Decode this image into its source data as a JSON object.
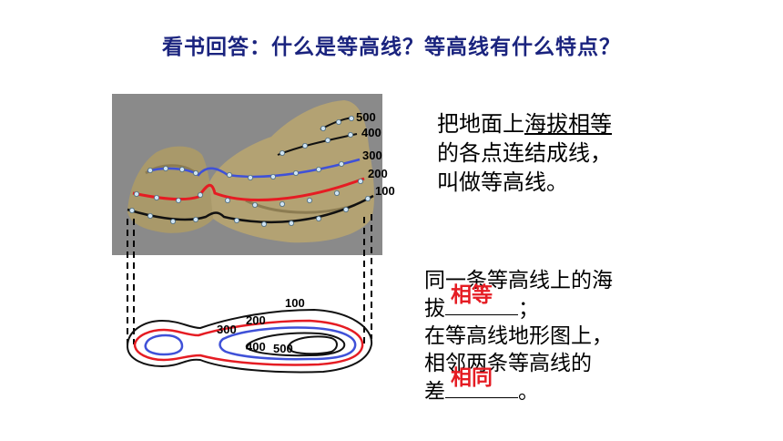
{
  "title": "看书回答：什么是等高线？等高线有什么特点？",
  "figure": {
    "elevation_labels": [
      "500",
      "400",
      "300",
      "200",
      "100"
    ],
    "map_labels": [
      "100",
      "200",
      "300",
      "400",
      "500"
    ],
    "colors": {
      "line_100": "#111111",
      "line_200": "#e51c23",
      "line_300": "#3f51d8",
      "rock": "#a9996a",
      "photo_bg": "#8a8a8a"
    }
  },
  "definition": {
    "part1": "把地面上",
    "part1_underlined": "海拔相等",
    "line2": "的各点连结成线，",
    "line3": "叫做等高线。"
  },
  "properties": {
    "line1": "同一条等高线上的海",
    "line2_prefix": "拔",
    "answer1": "相等",
    "line2_suffix": "；",
    "line3": "在等高线地形图上，",
    "line4": "相邻两条等高线的",
    "line5_prefix": "差",
    "answer2": "相同",
    "line5_suffix": "。"
  }
}
